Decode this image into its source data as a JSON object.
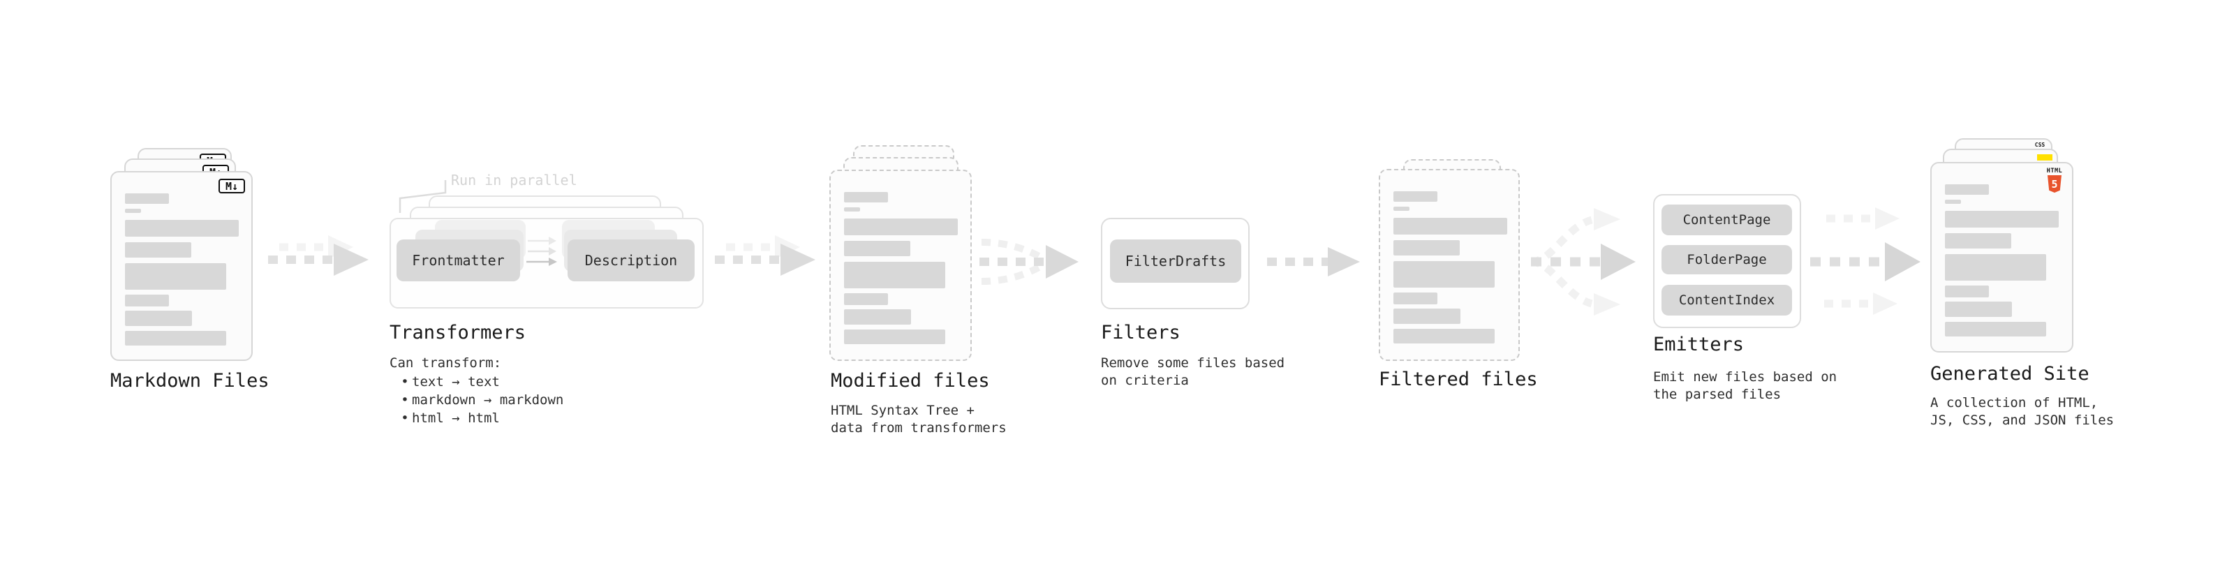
{
  "stages": {
    "markdown_files": {
      "title": "Markdown Files",
      "badge": "M↓"
    },
    "transformers": {
      "title": "Transformers",
      "annotation": "Run in parallel",
      "pill_frontmatter": "Frontmatter",
      "pill_description": "Description",
      "heading": "Can transform:",
      "bullet_char": "•",
      "bullets": [
        "text → text",
        "markdown → markdown",
        "html → html"
      ]
    },
    "modified_files": {
      "title": "Modified files",
      "subtitle_line1": "HTML Syntax Tree +",
      "subtitle_line2": "data from transformers"
    },
    "filters": {
      "title": "Filters",
      "pill": "FilterDrafts",
      "subtitle_line1": "Remove some files based",
      "subtitle_line2": "on criteria"
    },
    "filtered_files": {
      "title": "Filtered files"
    },
    "emitters": {
      "title": "Emitters",
      "pills": [
        "ContentPage",
        "FolderPage",
        "ContentIndex"
      ],
      "subtitle_line1": "Emit new files based on",
      "subtitle_line2": "the parsed files"
    },
    "generated_site": {
      "title": "Generated Site",
      "subtitle_line1": "A collection of HTML,",
      "subtitle_line2": "JS, CSS, and JSON files",
      "css_badge": "CSS",
      "html_badge_label": "HTML",
      "html_badge_number": "5"
    }
  },
  "colors": {
    "html5_orange": "#e8532c",
    "js_yellow": "#ffe000",
    "css_blue": "#2f6df6"
  }
}
